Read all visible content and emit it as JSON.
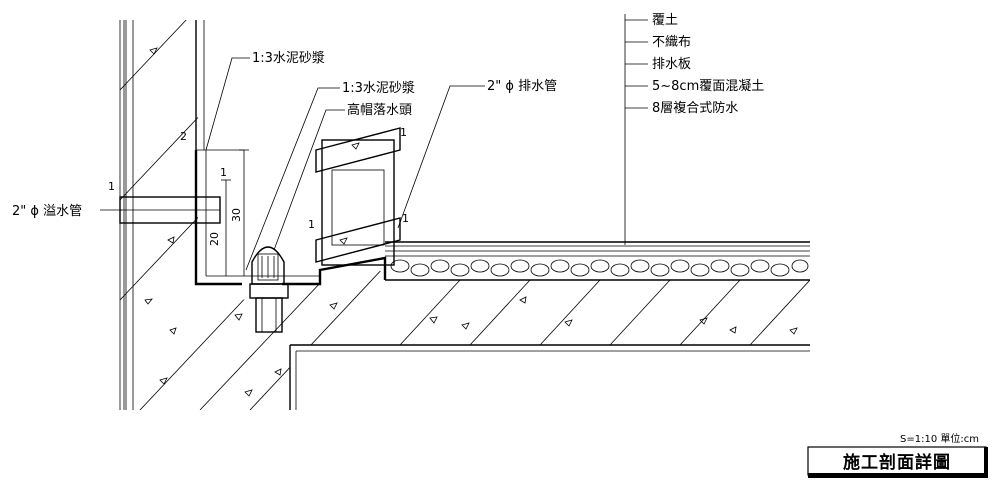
{
  "labels": {
    "mortar_top": "1:3水泥砂漿",
    "mortar_mid": "1:3水泥砂漿",
    "high_cap_drain": "高帽落水頭",
    "drain_pipe": "2\" ɸ 排水管",
    "overflow_pipe": "2\" ɸ 溢水管"
  },
  "layers": [
    "覆土",
    "不織布",
    "排水板",
    "5~8cm覆面混凝土",
    "8層複合式防水"
  ],
  "dims": {
    "d1_a": "1",
    "d1_b": "1",
    "d1_c": "1",
    "d1_d": "1",
    "d1_e": "1",
    "d2": "2",
    "d20": "20",
    "d30": "30"
  },
  "footer": {
    "scale": "S=1:10  單位:cm",
    "title": "施工剖面詳圖"
  }
}
